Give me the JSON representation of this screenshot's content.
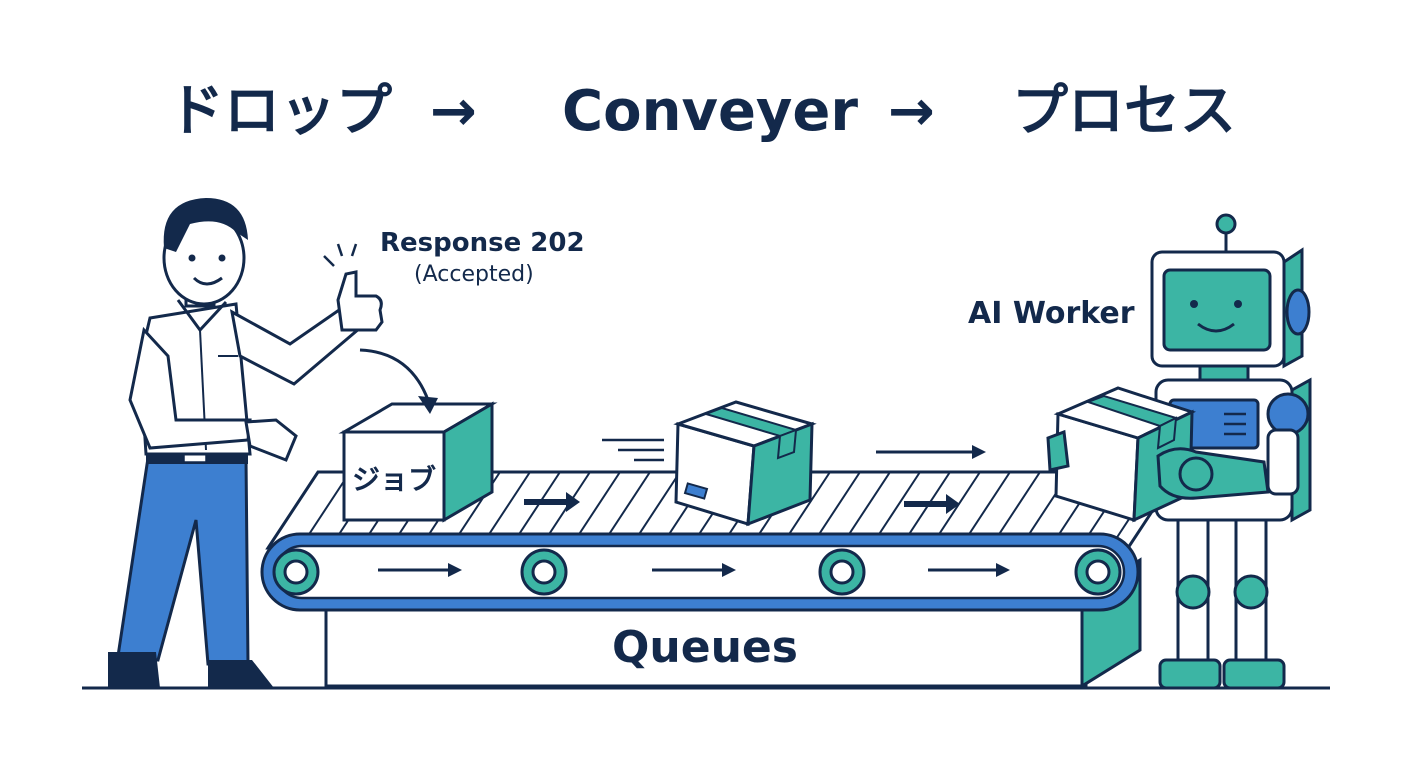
{
  "title": {
    "step1": "ドロップ",
    "arrow1": "→",
    "step2": "Conveyer",
    "arrow2": "→",
    "step3": "プロセス"
  },
  "labels": {
    "response_line1": "Response 202",
    "response_line2": "(Accepted)",
    "worker": "AI Worker",
    "job_box": "ジョブ",
    "queues": "Queues"
  },
  "colors": {
    "navy": "#13294b",
    "blue": "#3d7fd0",
    "teal": "#3cb5a4",
    "white": "#ffffff"
  }
}
